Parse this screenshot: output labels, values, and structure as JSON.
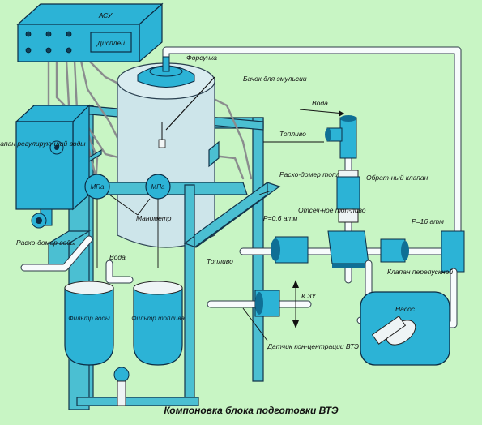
{
  "labels": {
    "asu": "АСУ",
    "display": "Дисплей",
    "nozzle": "Форсунка",
    "emulsion_tank": "Бачок для эмульсии",
    "water_top": "Вода",
    "fuel_top": "Топливо",
    "water_valve": "Клапан регулирую-щий воды",
    "fuel_flowmeter": "Расхо-домер топлива",
    "check_valve": "Обрат-ный клапан",
    "gauge_left": "МПа",
    "gauge_right": "МПа",
    "manometer": "Манометр",
    "p_low": "Р=0,6 атм",
    "p_high": "Р=16 атм",
    "shutoff_valve": "Отсеч-ное топ-ливо",
    "water_flowmeter": "Расхо-домер воды",
    "water_mid": "Вода",
    "fuel_mid": "Топливо",
    "bypass_valve": "Клапан перепускной",
    "pump": "Насос",
    "water_filter": "Фильтр воды",
    "fuel_filter": "Фильтр топлива",
    "to_zu": "К ЗУ",
    "sensor": "Датчик кон-центрации ВТЭ"
  },
  "caption": "Компоновка блока подготовки ВТЭ",
  "colors": {
    "background": "#c8f5c4",
    "equipment_blue": "#2cb3d6",
    "frame_blue": "#4bbfd2",
    "tank_grey": "#cde5ea",
    "cable_grey": "#8a8c8e"
  }
}
